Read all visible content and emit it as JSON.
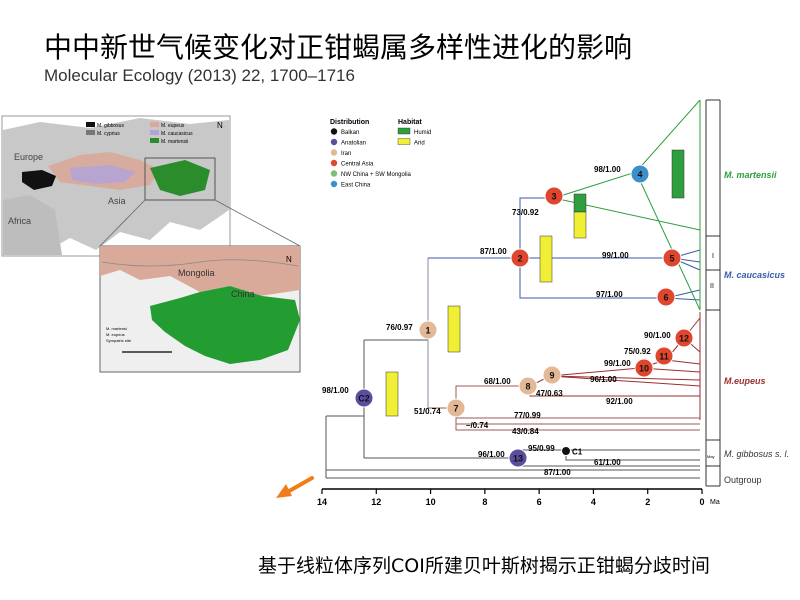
{
  "slide": {
    "title": "中中新世气候变化对正钳蝎属多样性进化的影响",
    "subtitle": "Molecular Ecology (2013) 22, 1700–1716",
    "caption": "基于线粒体序列COI所建贝叶斯树揭示正钳蝎分歧时间"
  },
  "map": {
    "legend": [
      "M. gibbosus",
      "M. cyprius",
      "M. eupeus",
      "M. caucasicus",
      "M. martensii"
    ],
    "labels": {
      "europe": "Europe",
      "asia": "Asia",
      "africa": "Africa",
      "mongolia": "Mongolia",
      "china": "China"
    },
    "north": "N",
    "inset_legend": [
      "M. martensi",
      "M. eupeus",
      "Sympatric site"
    ]
  },
  "legend": {
    "distribution_title": "Distribution",
    "habitat_title": "Habitat",
    "distribution": [
      {
        "label": "Balkan",
        "color": "#111111"
      },
      {
        "label": "Anatolian",
        "color": "#5b4ea0"
      },
      {
        "label": "Iran",
        "color": "#e2b896"
      },
      {
        "label": "Central Asia",
        "color": "#e0462d"
      },
      {
        "label": "NW China + SW Mongolia",
        "color": "#7bbf7b"
      },
      {
        "label": "East China",
        "color": "#3c8fcb"
      }
    ],
    "habitat": [
      {
        "label": "Humid",
        "color": "#2e9e3e"
      },
      {
        "label": "Arid",
        "color": "#f0ee35"
      }
    ]
  },
  "tree": {
    "nodes": [
      {
        "id": "1",
        "color": "#e2b896"
      },
      {
        "id": "2",
        "color": "#e0462d"
      },
      {
        "id": "3",
        "color": "#e0462d"
      },
      {
        "id": "4",
        "color": "#3c8fcb"
      },
      {
        "id": "5",
        "color": "#e0462d"
      },
      {
        "id": "6",
        "color": "#e0462d"
      },
      {
        "id": "7",
        "color": "#e2b896"
      },
      {
        "id": "8",
        "color": "#e2b896"
      },
      {
        "id": "9",
        "color": "#e2b896"
      },
      {
        "id": "10",
        "color": "#e0462d"
      },
      {
        "id": "11",
        "color": "#e0462d"
      },
      {
        "id": "12",
        "color": "#e0462d"
      },
      {
        "id": "13",
        "color": "#5b4ea0"
      },
      {
        "id": "C1",
        "color": "#111111"
      },
      {
        "id": "C2",
        "color": "#5b4ea0"
      }
    ],
    "support": [
      "98/1.00",
      "73/0.92",
      "87/1.00",
      "99/1.00",
      "97/1.00",
      "76/0.97",
      "90/1.00",
      "75/0.92",
      "99/1.00",
      "98/1.00",
      "68/1.00",
      "96/1.00",
      "47/0.63",
      "92/1.00",
      "51/0.74",
      "77/0.99",
      "–/0.74",
      "43/0.84",
      "95/0.99",
      "96/1.00",
      "61/1.00",
      "87/1.00"
    ],
    "clades": [
      "M. martensii",
      "M. caucasicus",
      "M.eupeus",
      "M. gibbosus s. l.",
      "Outgroup"
    ],
    "subclade_labels": [
      "I",
      "II",
      "May"
    ],
    "axis": {
      "ticks": [
        "14",
        "12",
        "10",
        "8",
        "6",
        "4",
        "2",
        "0"
      ],
      "unit": "Ma",
      "range": [
        14,
        0
      ]
    }
  },
  "colors": {
    "arrow": "#f07d1a",
    "martensii": "#2e9e3e",
    "caucasicus": "#3b5aa8",
    "eupeus": "#9b2f2f"
  }
}
